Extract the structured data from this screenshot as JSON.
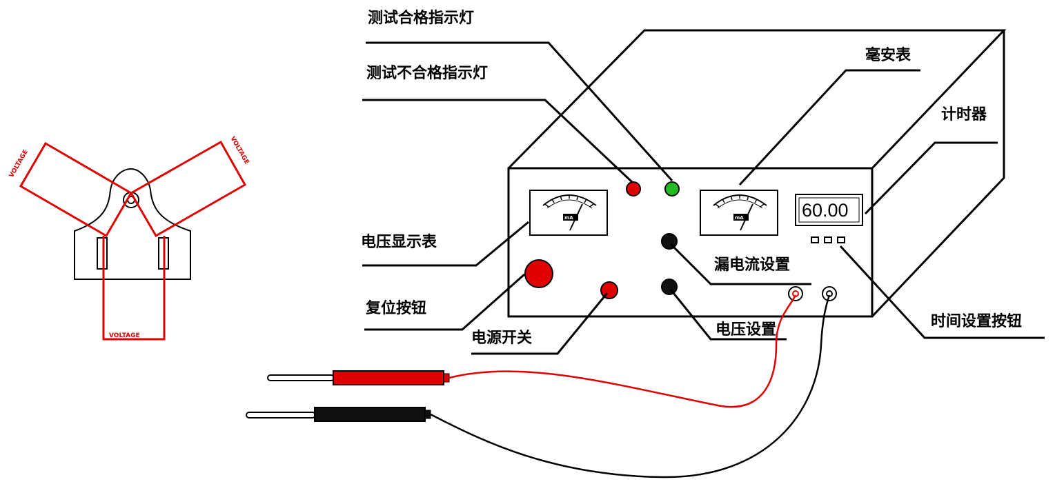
{
  "labels": {
    "pass_light": "测试合格指示灯",
    "fail_light": "测试不合格指示灯",
    "milliammeter": "毫安表",
    "timer": "计时器",
    "voltmeter": "电压显示表",
    "leakage_setting": "漏电流设置",
    "reset_button": "复位按钮",
    "voltage_setting": "电压设置",
    "power_switch": "电源开关",
    "time_setting_buttons": "时间设置按钮"
  },
  "timer_display": "60.00",
  "plug_diagram": {
    "left_label": "VOLTAGE",
    "right_label": "VOLTAGE",
    "bottom_label": "VOLTAGE"
  },
  "meters": {
    "left_unit": "mA",
    "right_unit": "mA"
  },
  "colors": {
    "pass_light": "#22bb22",
    "fail_light": "#e00000",
    "reset_button": "#e00000",
    "power_switch": "#e00000",
    "red_probe": "#e00000",
    "black_probe": "#111111",
    "plug_lines": "#e00000"
  }
}
